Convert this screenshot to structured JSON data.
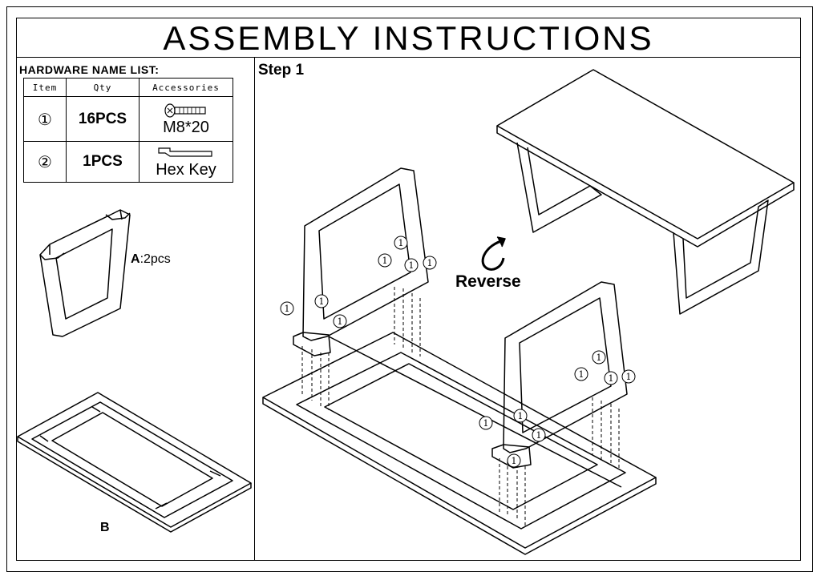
{
  "title": "ASSEMBLY INSTRUCTIONS",
  "hardware": {
    "heading": "HARDWARE NAME LIST:",
    "columns": [
      "Item",
      "Qty",
      "Accessories"
    ],
    "rows": [
      {
        "item": "①",
        "qty": "16PCS",
        "accessory": "M8*20",
        "icon": "bolt-icon"
      },
      {
        "item": "②",
        "qty": "1PCS",
        "accessory": "Hex Key",
        "icon": "hex-key-icon"
      }
    ]
  },
  "parts": {
    "a_letter": "A",
    "a_qty": ":2pcs",
    "b_label": "B"
  },
  "step": {
    "label": "Step 1",
    "reverse_label": "Reverse",
    "bolt_callout": "1"
  }
}
